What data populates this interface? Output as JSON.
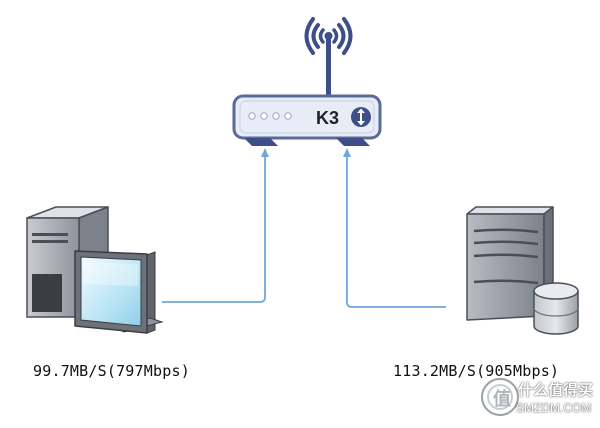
{
  "router": {
    "model_label": "K3"
  },
  "connections": [
    {
      "device": "desktop-pc",
      "speed_label": "99.7MB/S(797Mbps)"
    },
    {
      "device": "server",
      "speed_label": "113.2MB/S(905Mbps)"
    }
  ],
  "watermark": {
    "text_cn": "什么值得买",
    "text_en": "SMZDM.COM",
    "icon": "smzdm-logo-icon"
  },
  "colors": {
    "arrow": "#6fa8dc",
    "router_body": "#e8ecf6",
    "router_border": "#5a6a9a",
    "wifi_signal": "#3d4e88",
    "device_gray": "#9aa0a8"
  }
}
